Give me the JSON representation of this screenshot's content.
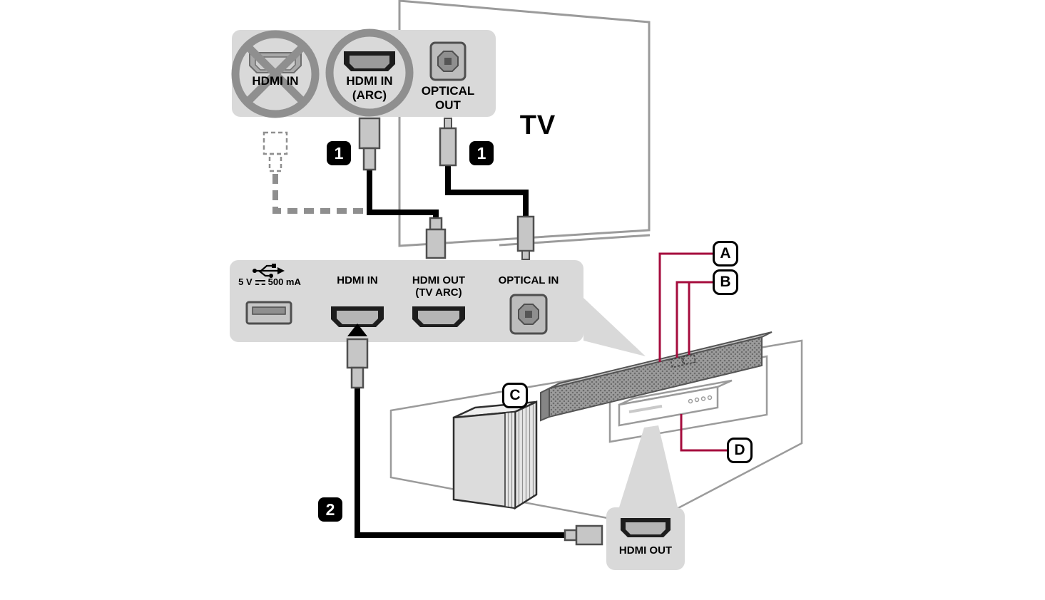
{
  "diagram": {
    "tv": {
      "label": "TV"
    },
    "tv_panel": {
      "hdmi_in_label": "HDMI IN",
      "hdmi_arc_line1": "HDMI IN",
      "hdmi_arc_line2": "(ARC)",
      "optical_out_line1": "OPTICAL",
      "optical_out_line2": "OUT"
    },
    "bar_panel": {
      "usb_power_prefix": "5 V",
      "usb_power_suffix": "500 mA",
      "hdmi_in_label": "HDMI IN",
      "hdmi_out_line1": "HDMI OUT",
      "hdmi_out_line2": "(TV ARC)",
      "optical_in_label": "OPTICAL IN"
    },
    "out_panel": {
      "hdmi_out_label": "HDMI OUT"
    },
    "steps": {
      "one": "1",
      "two": "2"
    },
    "callouts": {
      "a": "A",
      "b": "B",
      "c": "C",
      "d": "D"
    },
    "colors": {
      "panel_gray": "#d9d9d9",
      "outline_gray": "#9b9b9b",
      "callout_red": "#a50c3d",
      "cable_black": "#000000",
      "connector_gray": "#c6c6c6"
    }
  }
}
